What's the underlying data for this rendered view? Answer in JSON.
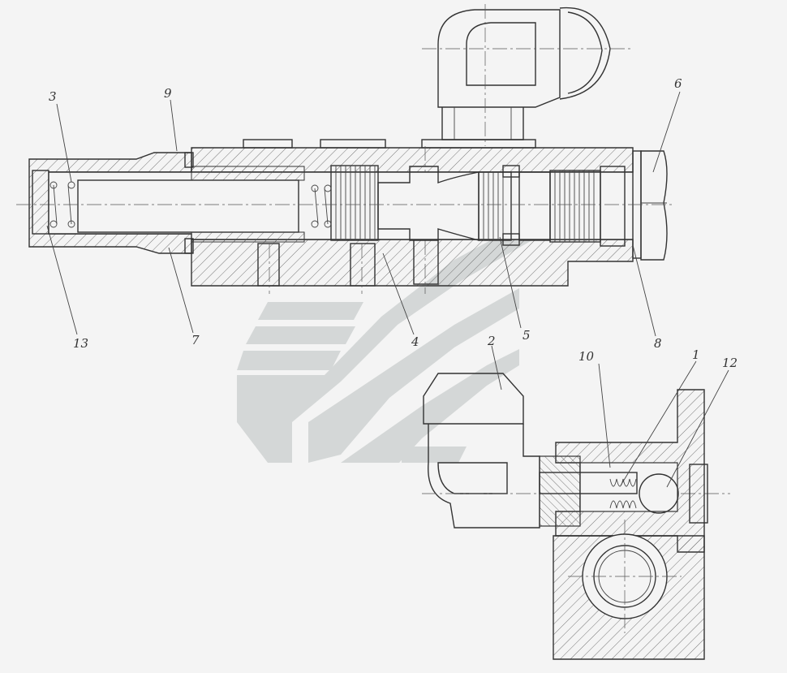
{
  "callouts": [
    {
      "id": "c3",
      "text": "3"
    },
    {
      "id": "c9",
      "text": "9"
    },
    {
      "id": "c6",
      "text": "6"
    },
    {
      "id": "c13",
      "text": "13"
    },
    {
      "id": "c7",
      "text": "7"
    },
    {
      "id": "c4",
      "text": "4"
    },
    {
      "id": "c5",
      "text": "5"
    },
    {
      "id": "c8",
      "text": "8"
    },
    {
      "id": "c2",
      "text": "2"
    },
    {
      "id": "c10",
      "text": "10"
    },
    {
      "id": "c1",
      "text": "1"
    },
    {
      "id": "c12",
      "text": "12"
    }
  ],
  "colors": {
    "line": "#333333",
    "hatch": "#555555",
    "watermark": "#cfd3d2",
    "paper": "#f4f4f4"
  }
}
